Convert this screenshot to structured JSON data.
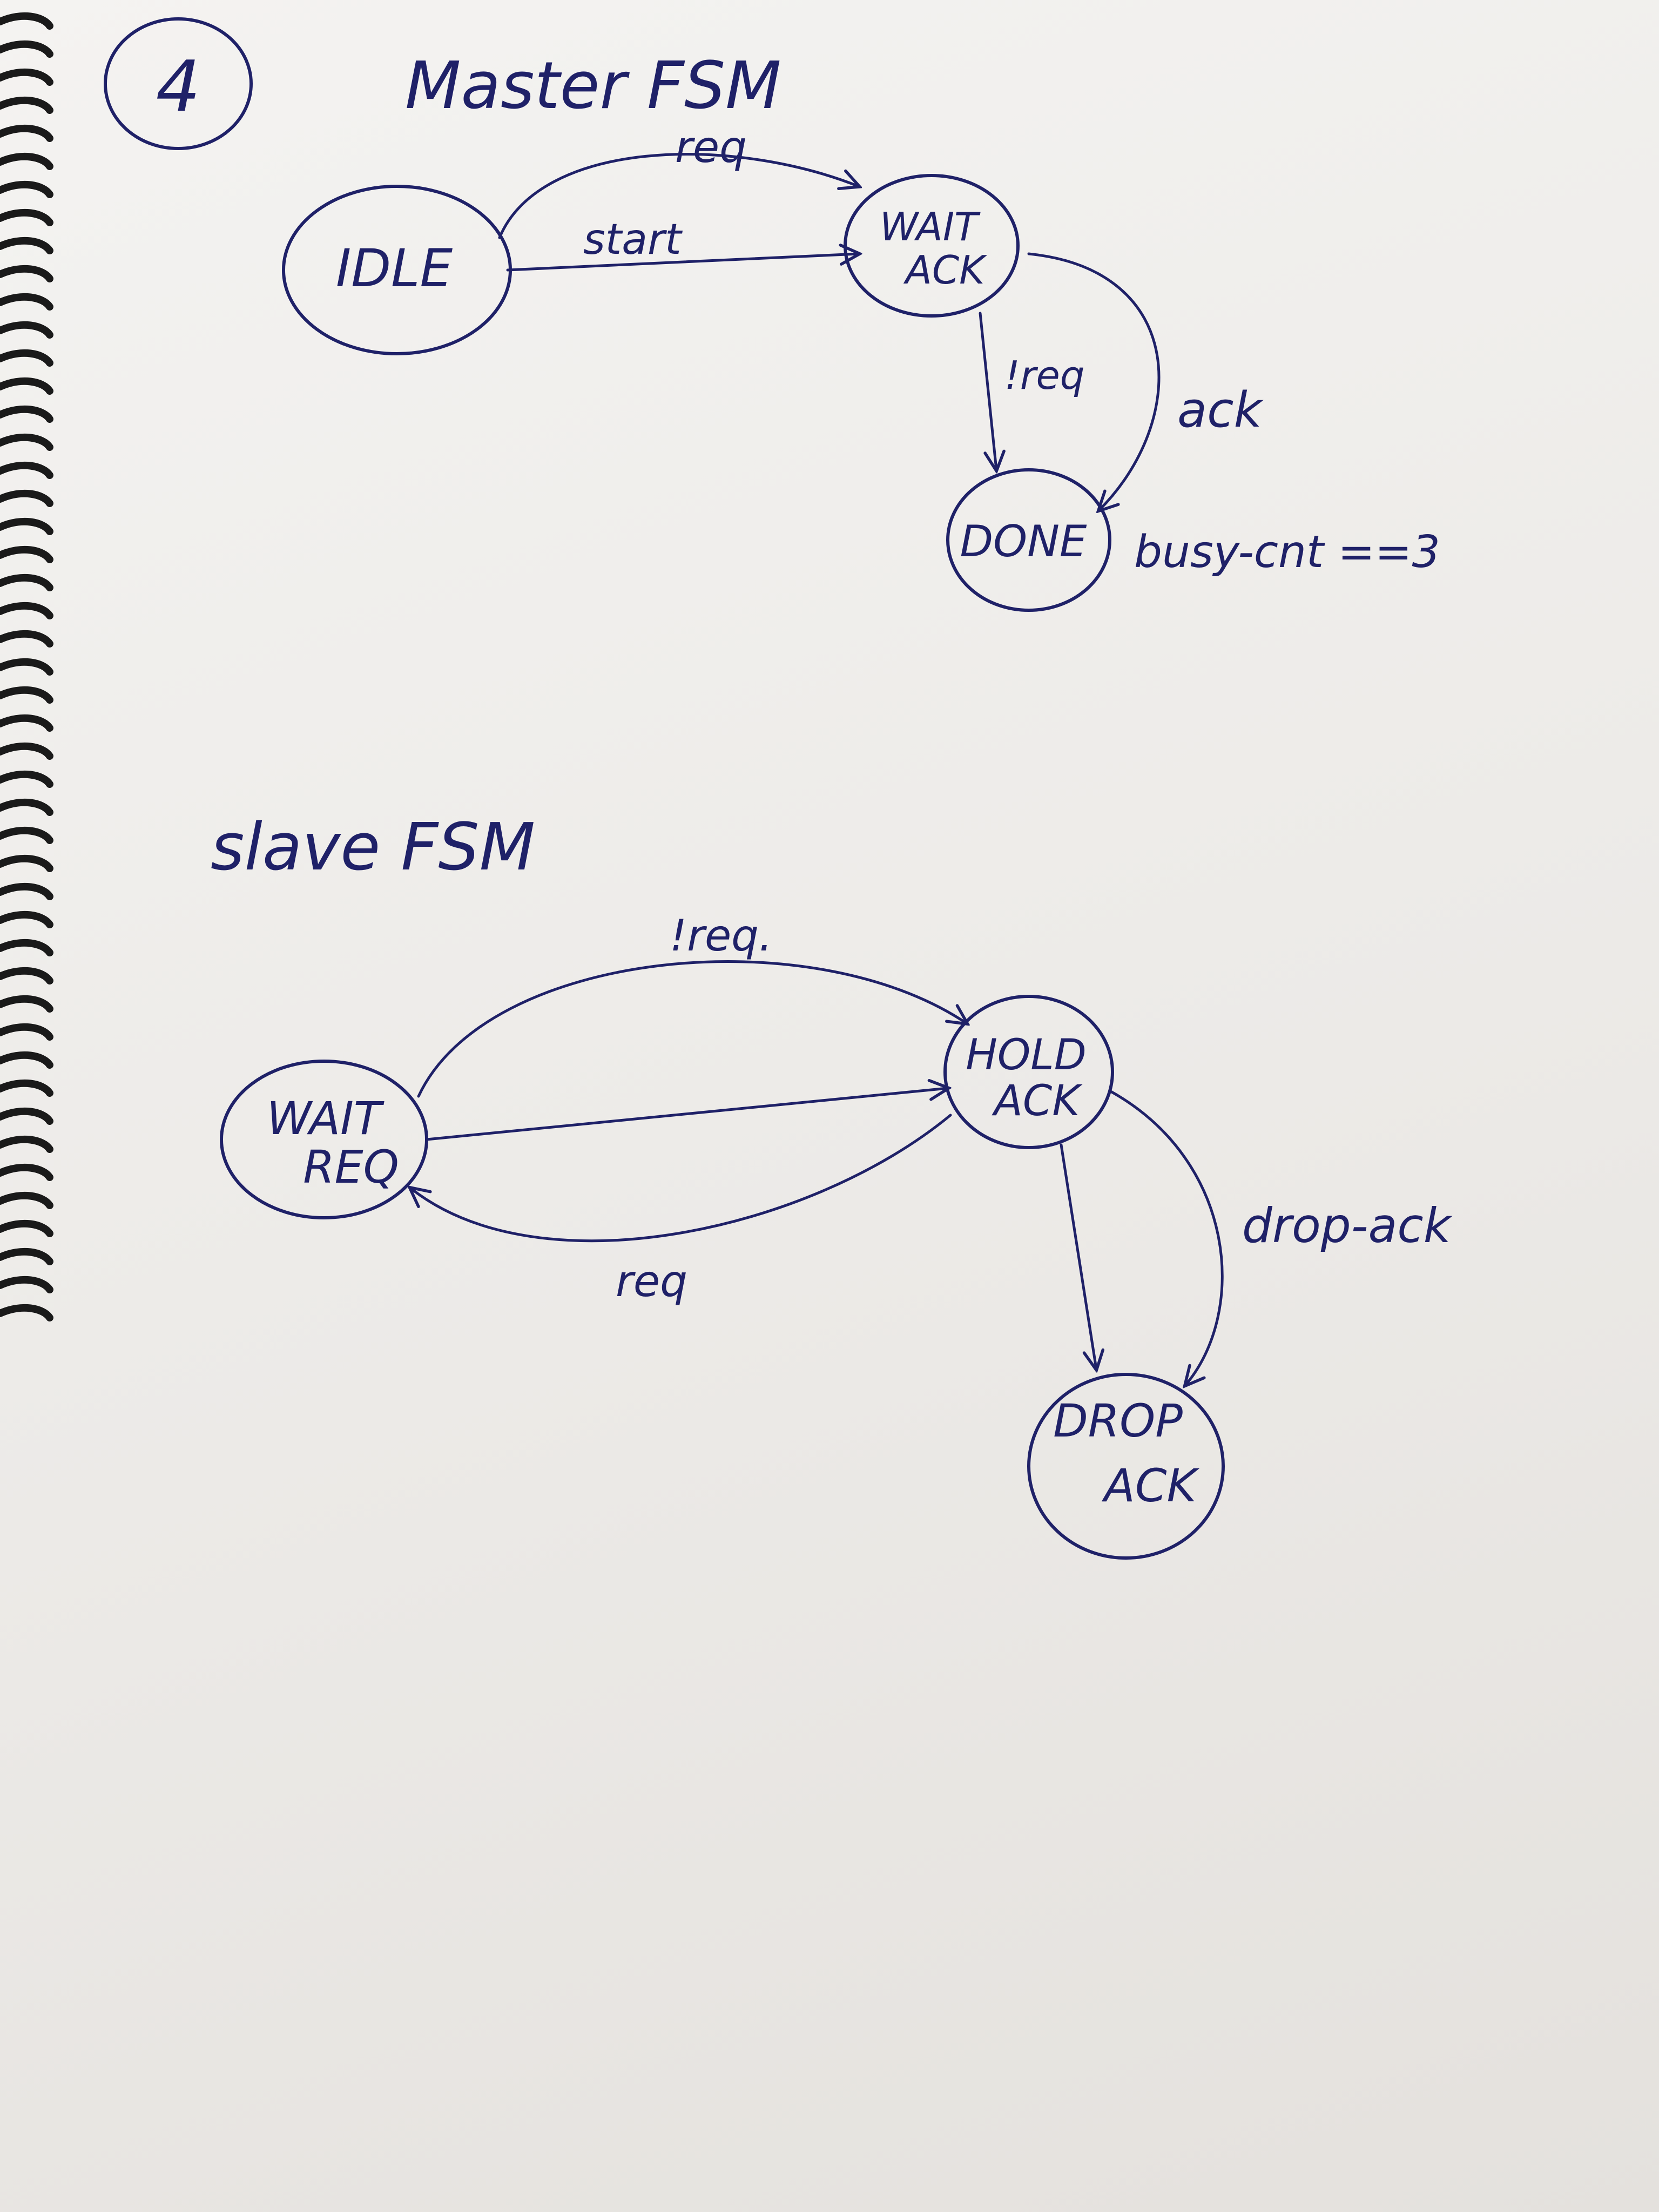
{
  "page_number": "4",
  "master": {
    "title": "Master FSM",
    "states": {
      "idle": "IDLE",
      "wait_ack_line1": "WAIT",
      "wait_ack_line2": "ACK",
      "done": "DONE"
    },
    "edges": {
      "req": "req",
      "start": "start",
      "not_req": "!req",
      "ack": "ack",
      "busy_cnt": "busy-cnt ==3"
    }
  },
  "slave": {
    "title": "slave FSM",
    "states": {
      "wait_req_line1": "WAIT",
      "wait_req_line2": "REQ",
      "hold_ack_line1": "HOLD",
      "hold_ack_line2": "ACK",
      "drop_ack_line1": "DROP",
      "drop_ack_line2": "ACK"
    },
    "edges": {
      "not_req": "!req.",
      "req": "req",
      "drop_ack": "drop-ack"
    }
  },
  "colors": {
    "ink": "#1f2168",
    "paper": "#f1f0ee",
    "spiral": "#1a1a1a"
  }
}
